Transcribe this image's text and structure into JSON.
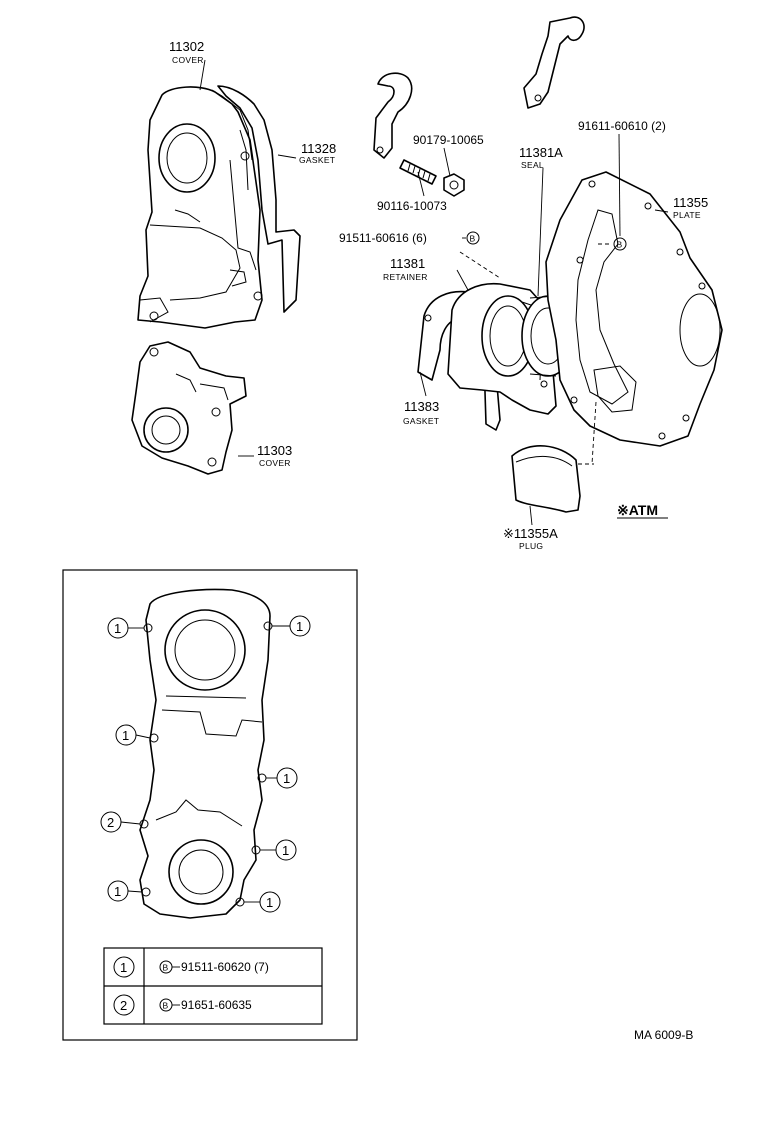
{
  "parts": {
    "p11302": {
      "number": "11302",
      "name": "COVER"
    },
    "p11328": {
      "number": "11328",
      "name": "GASKET"
    },
    "p11303": {
      "number": "11303",
      "name": "COVER"
    },
    "p90179": {
      "number": "90179-10065"
    },
    "p90116": {
      "number": "90116-10073"
    },
    "p91511": {
      "number": "91511-60616 (6)"
    },
    "p11381": {
      "number": "11381",
      "name": "RETAINER"
    },
    "p11383": {
      "number": "11383",
      "name": "GASKET"
    },
    "p11381A": {
      "number": "11381A",
      "name": "SEAL"
    },
    "p91611": {
      "number": "91611-60610 (2)"
    },
    "p11355": {
      "number": "11355",
      "name": "PLATE"
    },
    "p11355A": {
      "number": "※11355A",
      "name": "PLUG"
    }
  },
  "bolt_marker": "B",
  "atm_note": "※ATM",
  "inset": {
    "callout_1": "1",
    "callout_2": "2",
    "legend": [
      {
        "key": "1",
        "marker": "B",
        "part": "91511-60620 (7)"
      },
      {
        "key": "2",
        "marker": "B",
        "part": "91651-60635"
      }
    ]
  },
  "reference": "MA 6009-B"
}
